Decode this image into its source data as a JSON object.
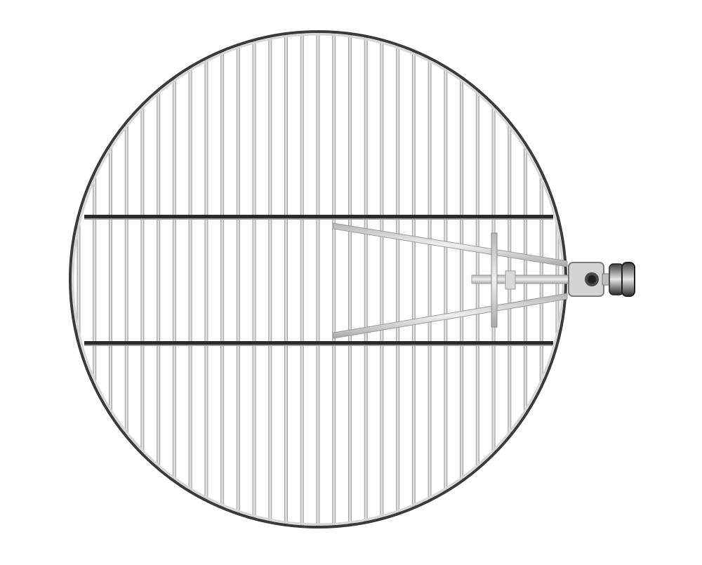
{
  "image": {
    "subject": "round-grill-grate",
    "background": "#ffffff"
  },
  "colors": {
    "rod": "#c9c9c9",
    "rod_highlight": "#f2f2f2",
    "rod_shadow": "#8e8e8e",
    "rim_dark": "#3a3a3a",
    "support_dark": "#2a2a2a",
    "arm": "#cfcfcf",
    "knob_dark": "#2b2b2b",
    "knob_light": "#e0e0e0"
  },
  "grate": {
    "rod_count": 31,
    "support_bar_count": 2,
    "has_handle_arm": true,
    "has_knob": true
  }
}
